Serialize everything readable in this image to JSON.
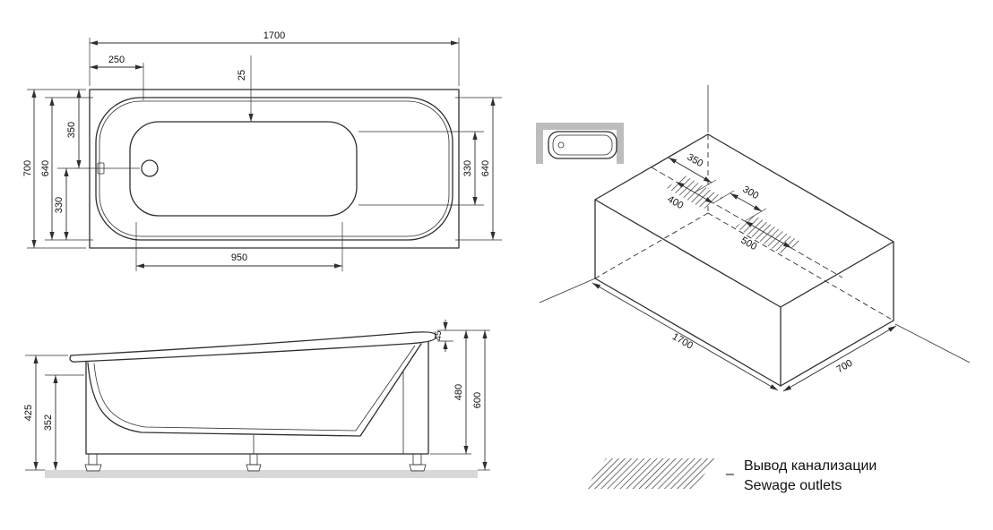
{
  "views": {
    "top": {
      "dims": {
        "length": "1700",
        "left_offset": "250",
        "rim_gap": "25",
        "width": "700",
        "inner_width_left": "640",
        "drain_top": "350",
        "drain_bottom": "330",
        "basin_width": "330",
        "inner_width_right": "640",
        "basin_length": "950"
      }
    },
    "side": {
      "dims": {
        "height_left": "425",
        "inner_height": "352",
        "rim_lip": "45",
        "shell_height": "480",
        "total_height": "600"
      }
    },
    "iso": {
      "dims": {
        "outlet_offset": "350",
        "outlet_gap": "300",
        "outlet_zone_small": "400",
        "outlet_zone_large": "500",
        "length": "1700",
        "width": "700"
      }
    }
  },
  "legend": {
    "dash": "–",
    "label_ru": "Вывод канализации",
    "label_en": "Sewage outlets"
  }
}
